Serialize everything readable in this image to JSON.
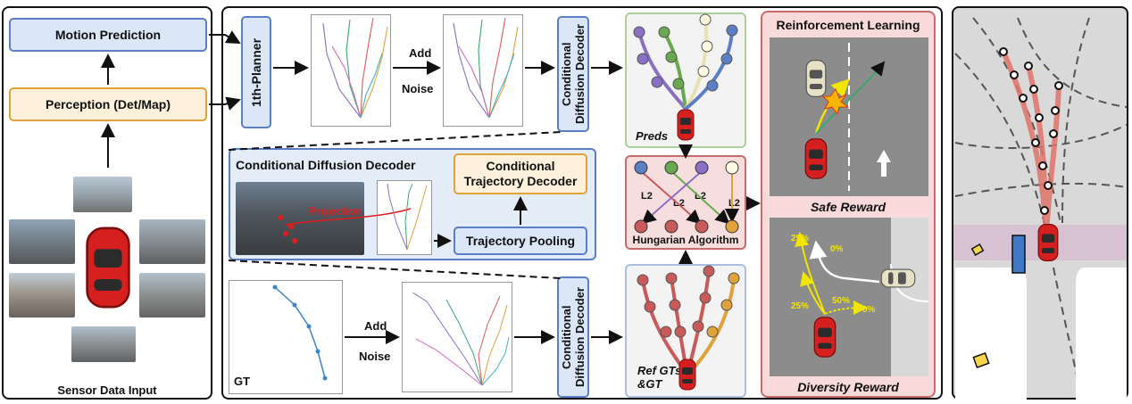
{
  "left_panel": {
    "motion_prediction": "Motion Prediction",
    "perception": "Perception (Det/Map)",
    "sensor_input": "Sensor Data Input"
  },
  "planner": {
    "first_planner": "1th-Planner",
    "add": "Add",
    "noise": "Noise",
    "cdd_title_line1": "Conditional",
    "cdd_title_line2": "Diffusion Decoder"
  },
  "preds": {
    "label": "Preds"
  },
  "decoder_detail": {
    "title": "Conditional Diffusion Decoder",
    "projection": "Projection",
    "traj_decoder_line1": "Conditional",
    "traj_decoder_line2": "Trajectory Decoder",
    "traj_pooling": "Trajectory Pooling"
  },
  "matching": {
    "algorithm": "Hungarian Algorithm",
    "l2": "L2"
  },
  "gt_row": {
    "gt": "GT",
    "add": "Add",
    "noise": "Noise",
    "ref_line1": "Ref GTs",
    "ref_line2": "&GT"
  },
  "rl": {
    "title": "Reinforcement Learning",
    "safe_reward": "Safe Reward",
    "diversity_reward": "Diversity Reward",
    "p25a": "25%",
    "p0a": "0%",
    "p25b": "25%",
    "p50": "50%",
    "p0b": "0%"
  },
  "colors": {
    "blue_box": "#dbe6f6",
    "blue_border": "#5b7fc4",
    "orange_box": "#fdf1dc",
    "orange_border": "#e0a23a",
    "rl_bg": "#f9dada",
    "rl_border": "#c96a6a",
    "preds_border": "#a9d39a",
    "ref_border": "#a9bfe0",
    "car_red": "#d62020"
  }
}
